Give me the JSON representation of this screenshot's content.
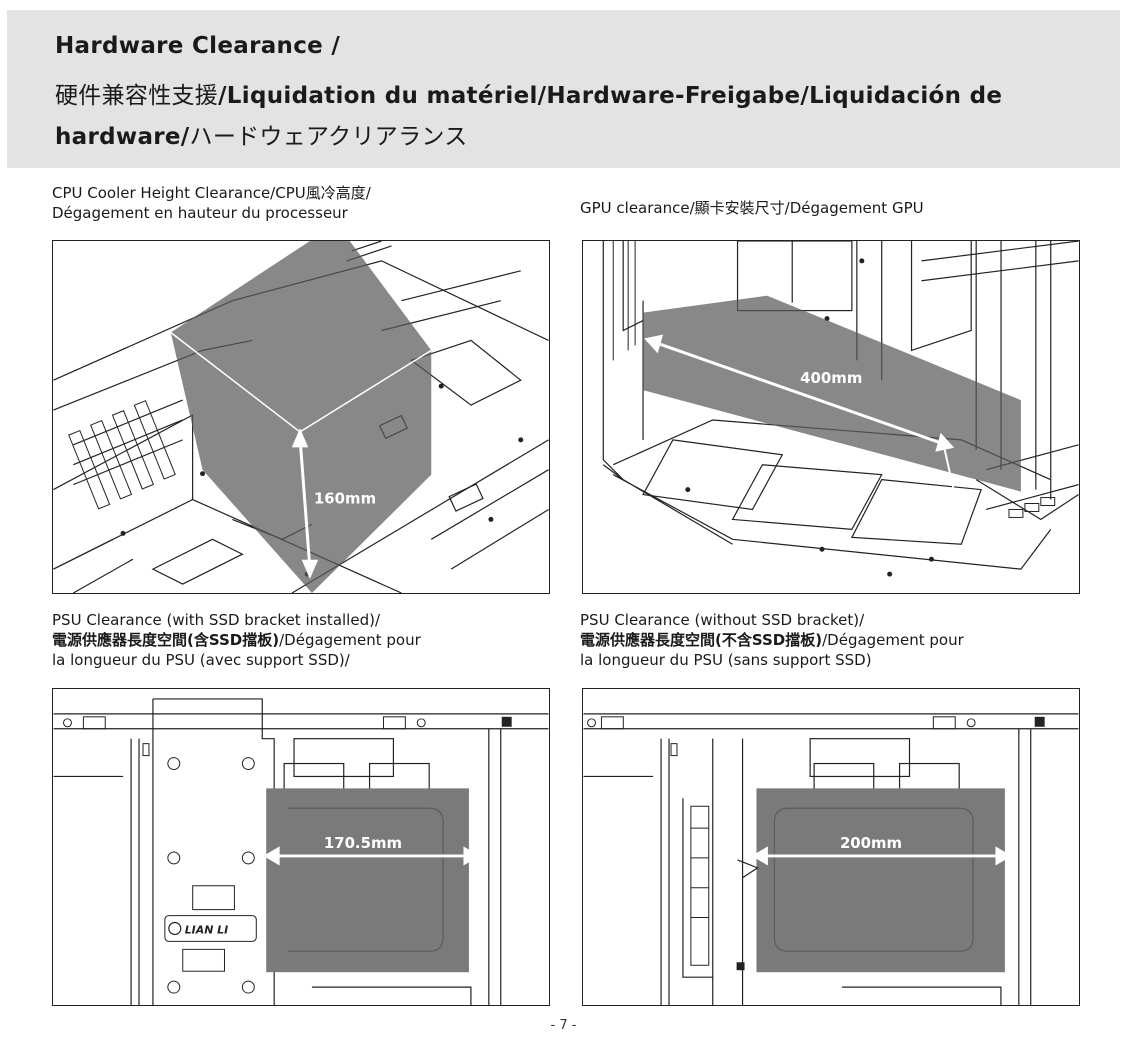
{
  "header": {
    "line1": "Hardware  Clearance /",
    "line2_cjk": "硬件兼容性支援",
    "line2_latin": "/Liquidation du matériel/Hardware-Freigabe/Liquidación de",
    "line3_latin": "hardware/",
    "line3_cjk": "ハードウェアクリアランス"
  },
  "sections": {
    "cpu": {
      "caption_line1": "CPU Cooler Height Clearance/CPU風冷高度/",
      "caption_line2": "Dégagement en hauteur du processeur",
      "dimension": "160mm"
    },
    "gpu": {
      "caption_line1": "GPU clearance/顯卡安裝尺寸/Dégagement GPU",
      "dimension": "400mm"
    },
    "psu_with": {
      "caption_line1": "PSU Clearance (with SSD bracket installed)/",
      "caption_line2_bold": "電源供應器長度空間(含SSD擋板)",
      "caption_line2_rest": "/Dégagement pour",
      "caption_line3": "la longueur du PSU (avec support SSD)/",
      "dimension": "170.5mm",
      "logo_text": "LIAN LI"
    },
    "psu_without": {
      "caption_line1": "PSU Clearance (without SSD bracket)/",
      "caption_line2_bold": "電源供應器長度空間(不含SSD擋板)",
      "caption_line2_rest": "/Dégagement pour",
      "caption_line3": "la longueur du PSU (sans support SSD)",
      "dimension": "200mm"
    }
  },
  "footer": {
    "page_number": "- 7 -"
  },
  "colors": {
    "header_band": "#e2e3e2",
    "clearance_box": "#6f6f6f",
    "line_art": "#222222"
  }
}
